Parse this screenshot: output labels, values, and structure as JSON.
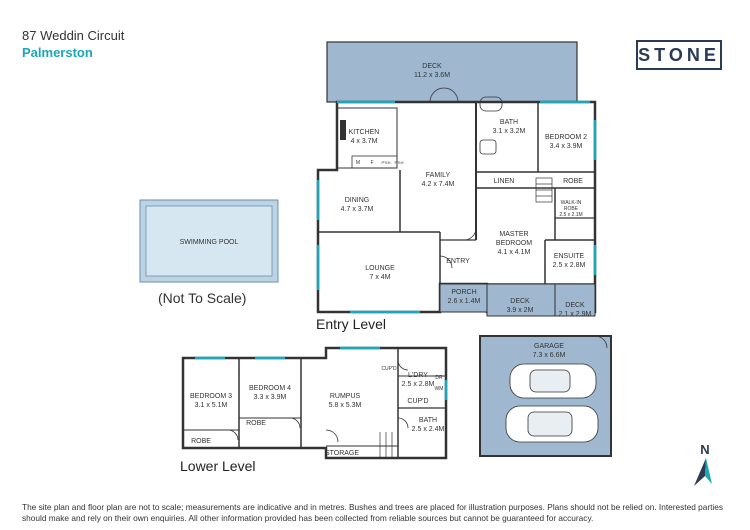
{
  "header": {
    "address": "87 Weddin Circuit",
    "suburb": "Palmerston",
    "logo_text": "STONE"
  },
  "colors": {
    "accent_teal": "#1aa7b8",
    "outdoor_blue": "#9fb8cf",
    "wall": "#333333",
    "window": "#1aa7b8",
    "logo": "#2b3a55"
  },
  "levels": {
    "entry": "Entry Level",
    "lower": "Lower Level"
  },
  "pool": {
    "label": "SWIMMING POOL",
    "note": "(Not To Scale)"
  },
  "rooms_entry": {
    "deck_top": [
      "DECK",
      "11.2 x 3.6M"
    ],
    "kitchen": [
      "KITCHEN",
      "4 x 3.7M"
    ],
    "bath": [
      "BATH",
      "3.1 x 3.2M"
    ],
    "bedroom2": [
      "BEDROOM 2",
      "3.4 x 3.9M"
    ],
    "family": [
      "FAMILY",
      "4.2 x 7.4M"
    ],
    "linen": [
      "LINEN"
    ],
    "robe": [
      "ROBE"
    ],
    "dining": [
      "DINING",
      "4.7 x 3.7M"
    ],
    "walkin": [
      "WALK-IN",
      "ROBE",
      "2.5 x 2.1M"
    ],
    "master": [
      "MASTER",
      "BEDROOM",
      "4.1 x 4.1M"
    ],
    "ensuite": [
      "ENSUITE",
      "2.5 x 2.8M"
    ],
    "entry": [
      "ENTRY"
    ],
    "lounge": [
      "LOUNGE",
      "7 x 4M"
    ],
    "porch": [
      "PORCH",
      "2.6 x 1.4M"
    ],
    "deck_mid": [
      "DECK",
      "3.9 x 2M"
    ],
    "deck_right": [
      "DECK",
      "2.1 x 2.9M"
    ],
    "garage": [
      "GARAGE",
      "7.3 x 6.6M"
    ],
    "kitchen_marks": [
      "M",
      "F",
      "P'SH",
      "P'SH"
    ]
  },
  "rooms_lower": {
    "bedroom3": [
      "BEDROOM 3",
      "3.1 x 5.1M"
    ],
    "bedroom4": [
      "BEDROOM 4",
      "3.3 x 3.9M"
    ],
    "robe_a": [
      "ROBE"
    ],
    "robe_b": [
      "ROBE"
    ],
    "rumpus": [
      "RUMPUS",
      "5.8 x 5.3M"
    ],
    "cupd_a": [
      "CUP'D"
    ],
    "ldry": [
      "L'DRY",
      "2.5 x 2.8M"
    ],
    "dr": [
      "DR"
    ],
    "wm": [
      "WM"
    ],
    "cupd_b": [
      "CUP'D"
    ],
    "bath": [
      "BATH",
      "2.5 x 2.4M"
    ],
    "storage": [
      "STORAGE"
    ]
  },
  "compass": {
    "label": "N"
  },
  "disclaimer": "The site plan and floor plan are not to scale; measurements are indicative and in metres. Bushes and trees are placed for illustration purposes. Plans should not be relied on. Interested parties should make and rely on their own enquiries. All other information provided has been collected from reliable sources but cannot be guaranteed for accuracy."
}
